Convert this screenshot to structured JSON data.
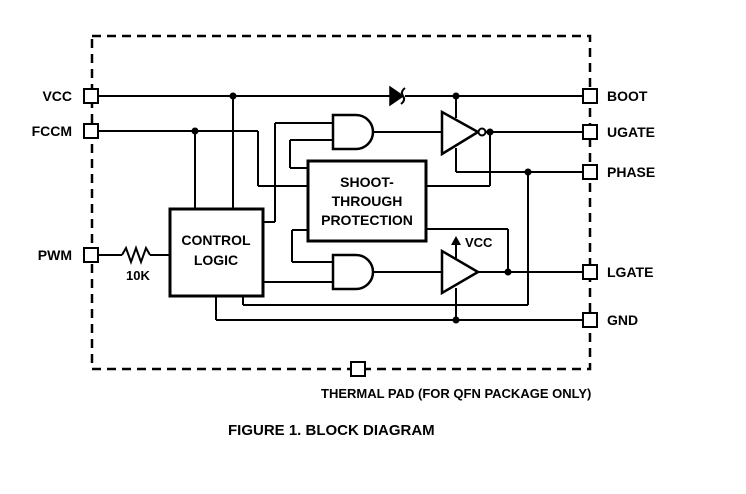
{
  "pins": {
    "vcc": "VCC",
    "fccm": "FCCM",
    "pwm": "PWM",
    "boot": "BOOT",
    "ugate": "UGATE",
    "phase": "PHASE",
    "lgate": "LGATE",
    "gnd": "GND"
  },
  "blocks": {
    "control_logic": [
      "CONTROL",
      "LOGIC"
    ],
    "shoot_through": [
      "SHOOT-",
      "THROUGH",
      "PROTECTION"
    ]
  },
  "labels": {
    "resistor": "10K",
    "driver_vcc": "VCC",
    "thermal_pad": "THERMAL PAD (FOR QFN PACKAGE ONLY)"
  },
  "caption": "FIGURE 1.  BLOCK DIAGRAM"
}
